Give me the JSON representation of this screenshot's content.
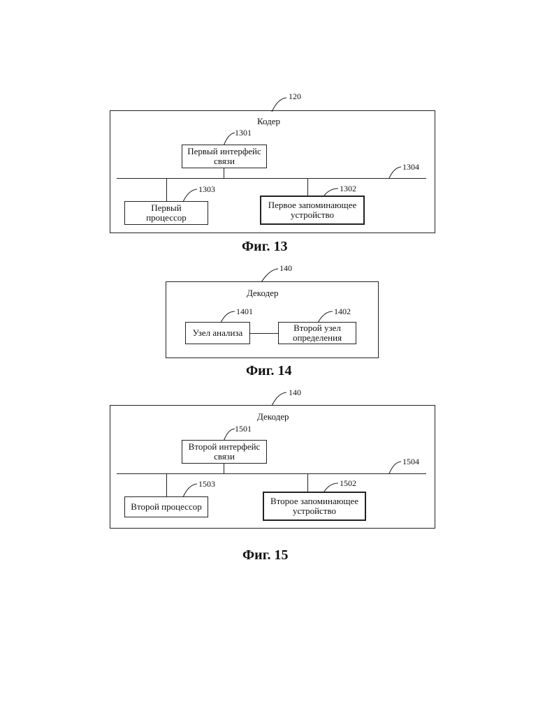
{
  "fig13": {
    "ref_block": "120",
    "title": "Кодер",
    "interface": {
      "ref": "1301",
      "label": "Первый интерфейс\nсвязи"
    },
    "bus_ref": "1304",
    "processor": {
      "ref": "1303",
      "label": "Первый\nпроцессор"
    },
    "memory": {
      "ref": "1302",
      "label": "Первое запоминающее\nустройство"
    },
    "caption": "Фиг. 13"
  },
  "fig14": {
    "ref_block": "140",
    "title": "Декодер",
    "analysis": {
      "ref": "1401",
      "label": "Узел анализа"
    },
    "determination": {
      "ref": "1402",
      "label": "Второй узел\nопределения"
    },
    "caption": "Фиг. 14"
  },
  "fig15": {
    "ref_block": "140",
    "title": "Декодер",
    "interface": {
      "ref": "1501",
      "label": "Второй интерфейс\nсвязи"
    },
    "bus_ref": "1504",
    "processor": {
      "ref": "1503",
      "label": "Второй процессор"
    },
    "memory": {
      "ref": "1502",
      "label": "Второе запоминающее\nустройство"
    },
    "caption": "Фиг. 15"
  }
}
